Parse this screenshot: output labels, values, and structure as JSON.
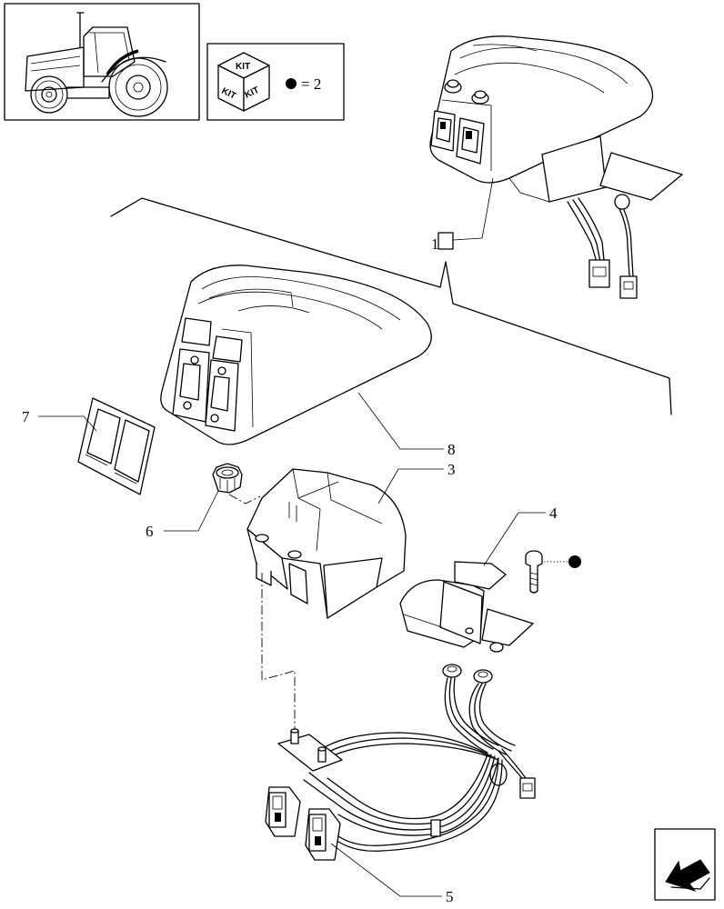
{
  "legend": {
    "kit_labels": [
      "KIT",
      "KIT",
      "KIT"
    ],
    "equals_text": "= 2"
  },
  "callouts": {
    "c1": "1",
    "c3": "3",
    "c4": "4",
    "c5": "5",
    "c6": "6",
    "c7": "7",
    "c8": "8"
  },
  "colors": {
    "line": "#000000",
    "background": "#ffffff"
  },
  "icons": {
    "tractor": "tractor-location-icon",
    "kit": "kit-cube-icon",
    "nav": "previous-page-arrow-icon"
  }
}
